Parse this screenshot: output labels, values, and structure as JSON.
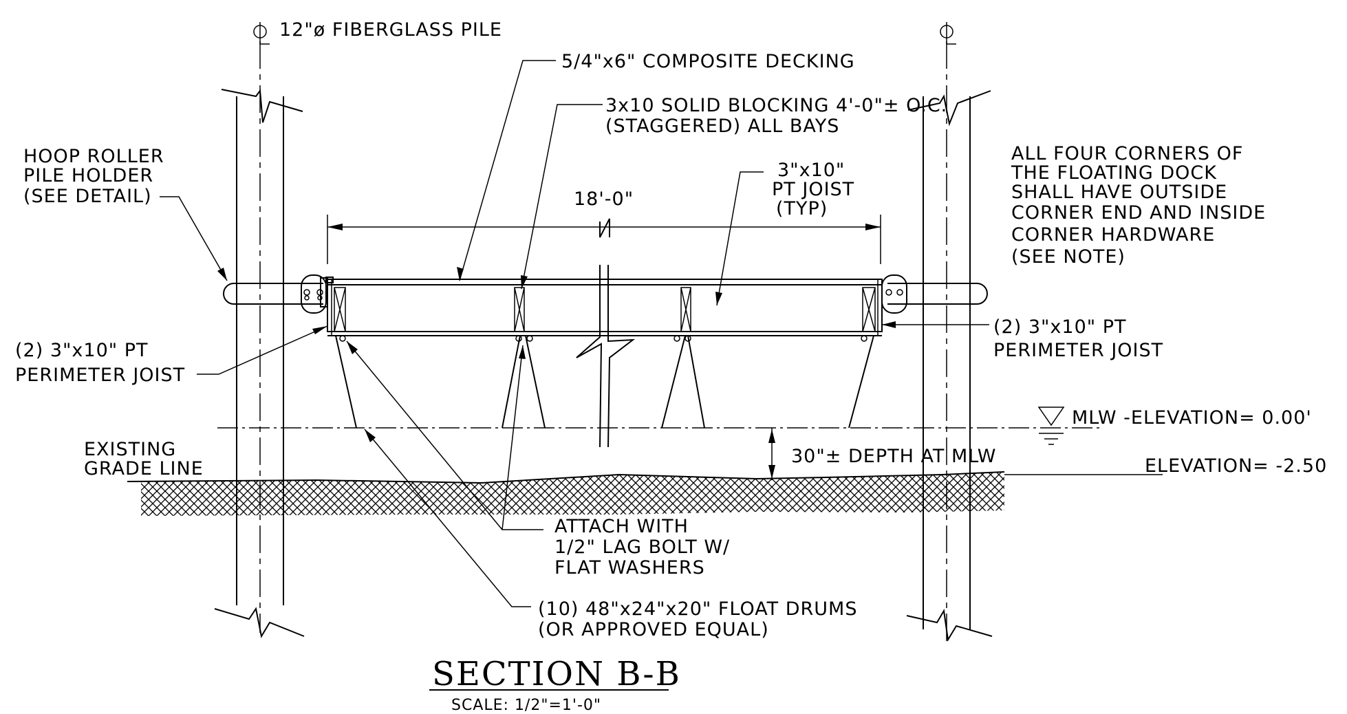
{
  "labels": {
    "pile_left": "12\"ø FIBERGLASS PILE",
    "decking": "5/4\"x6\" COMPOSITE DECKING",
    "blocking": [
      "3x10 SOLID BLOCKING 4'-0\"± O.C.",
      "(STAGGERED) ALL BAYS"
    ],
    "hoop": [
      "HOOP ROLLER",
      "PILE HOLDER",
      "(SEE DETAIL)"
    ],
    "span": "18'-0\"",
    "joist": [
      "3\"x10\"",
      "PT JOIST",
      "(TYP)"
    ],
    "corners": [
      "ALL FOUR CORNERS OF",
      "THE FLOATING DOCK",
      "SHALL HAVE OUTSIDE",
      "CORNER END AND INSIDE",
      "CORNER HARDWARE",
      "(SEE NOTE)"
    ],
    "perim_left": [
      "(2) 3\"x10\" PT",
      "PERIMETER JOIST"
    ],
    "perim_right": [
      "(2) 3\"x10\" PT",
      "PERIMETER JOIST"
    ],
    "mlw": "MLW -ELEVATION= 0.00'",
    "grade": [
      "EXISTING",
      "GRADE LINE"
    ],
    "depth": "30\"± DEPTH AT MLW",
    "elev": "ELEVATION= -2.50",
    "attach": [
      "ATTACH WITH",
      "1/2\" LAG BOLT W/",
      "FLAT WASHERS"
    ],
    "drums": [
      "(10) 48\"x24\"x20\" FLOAT DRUMS",
      "(OR APPROVED EQUAL)"
    ]
  },
  "title": "SECTION B-B",
  "scale": "SCALE: 1/2\"=1'-0\""
}
